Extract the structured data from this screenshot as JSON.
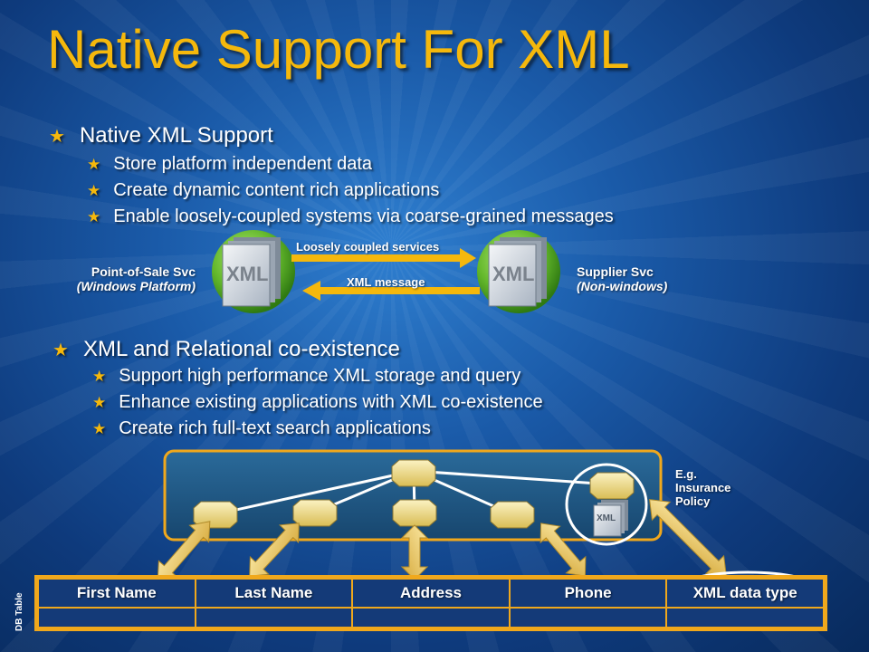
{
  "title": "Native Support For XML",
  "section1": {
    "heading": "Native XML Support",
    "items": [
      "Store platform independent data",
      "Create dynamic content rich applications",
      "Enable loosely-coupled systems via coarse-grained messages"
    ]
  },
  "diagram1": {
    "left_label": "Point-of-Sale Svc",
    "left_sub": "(Windows Platform)",
    "right_label": "Supplier Svc",
    "right_sub": "(Non-windows)",
    "top_arrow": "Loosely coupled services",
    "bottom_arrow": "XML message",
    "doc_text": "XML"
  },
  "section2": {
    "heading": "XML and Relational co-existence",
    "items": [
      "Support high performance XML storage and query",
      "Enhance existing applications with XML co-existence",
      "Create rich full-text search applications"
    ]
  },
  "diagram2": {
    "note_line1": "E.g.",
    "note_line2": "Insurance",
    "note_line3": "Policy",
    "doc_text": "XML",
    "side_label": "DB Table"
  },
  "table": {
    "headers": [
      "First Name",
      "Last Name",
      "Address",
      "Phone",
      "XML data type"
    ]
  },
  "colors": {
    "accent": "#f5b80c",
    "background": "#1a5aa8",
    "node": "#f2df8c"
  },
  "icons": {
    "bullet": "star-icon"
  }
}
